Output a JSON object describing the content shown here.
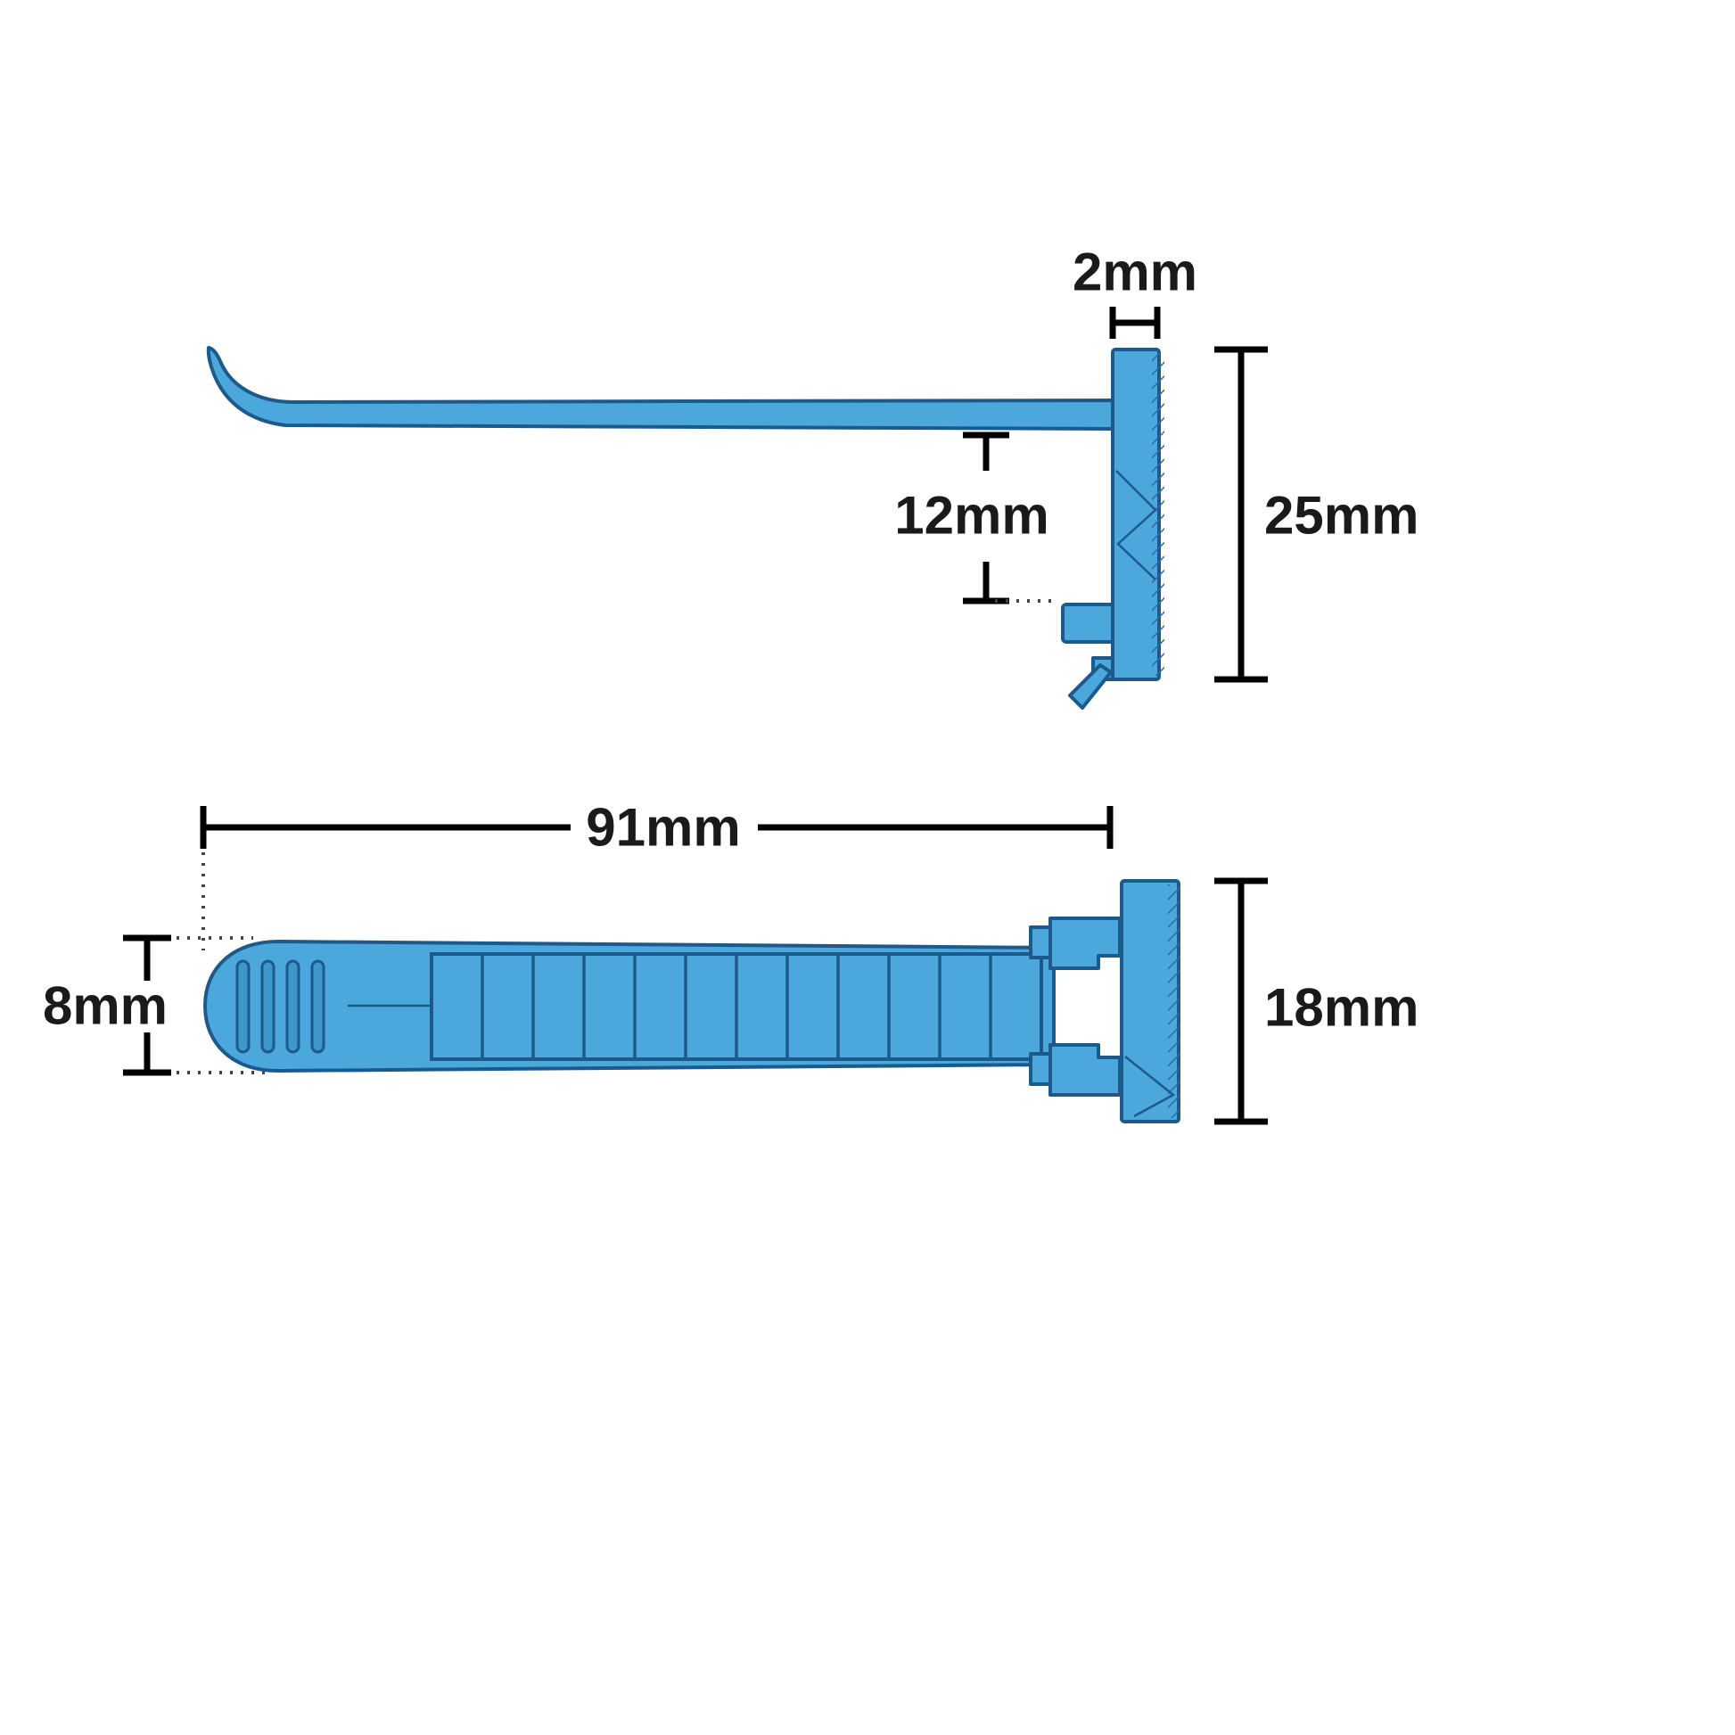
{
  "side_view": {
    "thickness_label": "2mm",
    "height_label": "25mm",
    "tab_offset_label": "12mm"
  },
  "top_view": {
    "length_label": "91mm",
    "strap_width_label": "8mm",
    "base_width_label": "18mm"
  },
  "colors": {
    "part-fill": "#4ba7dc",
    "part-stroke": "#1d5a8c",
    "slot-fill": "#3e96cb",
    "hatch": "#2a6ea3",
    "dim-line": "#000000",
    "text": "#1a1a1a",
    "background": "#ffffff"
  }
}
